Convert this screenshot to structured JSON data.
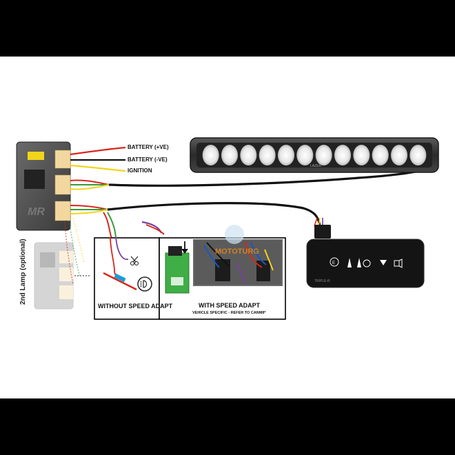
{
  "labels": {
    "battery_pos": "BATTERY (+VE)",
    "battery_neg": "BATTERY (-VE)",
    "ignition": "IGNITION",
    "second_lamp": "2nd Lamp (optional)",
    "without_speed": "WITHOUT SPEED ADAPT",
    "with_speed": "WITH SPEED ADAPT",
    "with_speed_sub": "VEHICLE SPECIFIC - REFER TO CANM8*",
    "lightbar_brand": "LAZER",
    "controller_brand": "TRIPLE-R",
    "watermark": "MOTOTURG"
  },
  "colors": {
    "background": "#ffffff",
    "border": "#000000",
    "wire_red": "#d8261c",
    "wire_yellow": "#f2d41a",
    "wire_green": "#3a9a3a",
    "wire_purple": "#7a3fa0",
    "wire_black": "#111111"
  },
  "icons": [
    "scissors-icon",
    "headlight-icon",
    "arrow-down-icon",
    "speedometer-icon",
    "horn-icon"
  ]
}
